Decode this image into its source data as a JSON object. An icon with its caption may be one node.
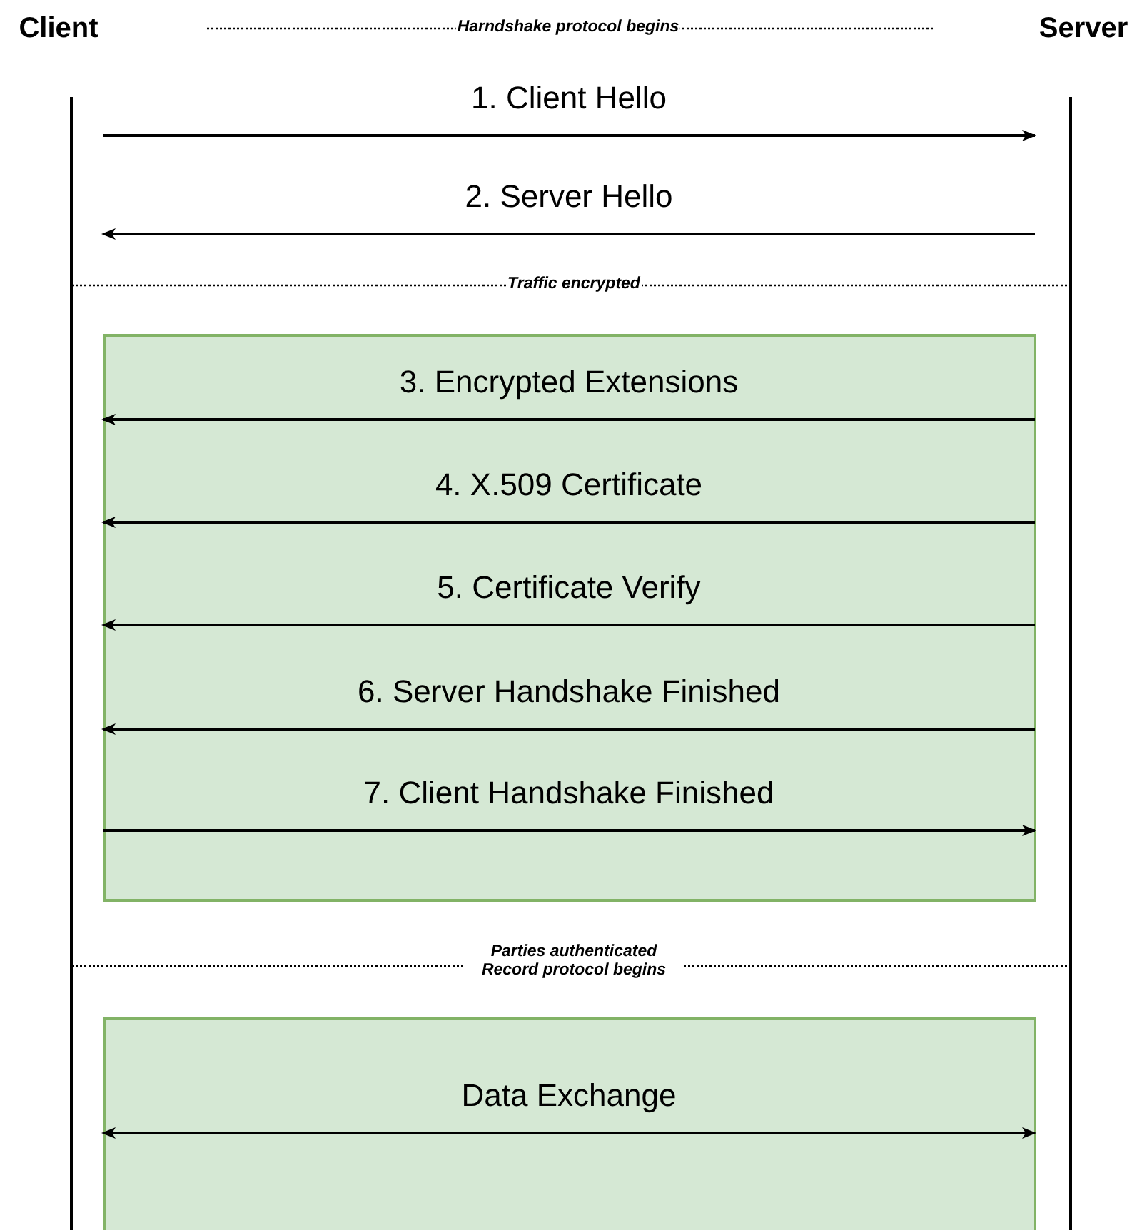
{
  "diagram": {
    "nodes": [
      {
        "text": [
          "Client"
        ]
      },
      {
        "text": [
          "Server"
        ]
      }
    ],
    "edges": [
      {
        "from": 0,
        "to": 1,
        "arrow": "to",
        "label": "1. Client Hello"
      },
      {
        "from": 1,
        "to": 0,
        "arrow": "to",
        "label": "2. Server Hello"
      },
      {
        "from": 1,
        "to": 0,
        "arrow": "to",
        "label": "3. Encrypted Extensions"
      },
      {
        "from": 1,
        "to": 0,
        "arrow": "to",
        "label": "4. X.509 Certificate"
      },
      {
        "from": 1,
        "to": 0,
        "arrow": "to",
        "label": "5. Certificate Verify"
      },
      {
        "from": 1,
        "to": 0,
        "arrow": "to",
        "label": "6. Server Handshake Finished"
      },
      {
        "from": 0,
        "to": 1,
        "arrow": "to",
        "label": "7. Client Handshake Finished"
      },
      {
        "from": 0,
        "to": 1,
        "arrow": "both",
        "label": "Data Exchange"
      }
    ],
    "labels": [
      "Harndshake protocol begins",
      "Traffic encrypted",
      "Parties authenticated Record protocol begins"
    ]
  }
}
